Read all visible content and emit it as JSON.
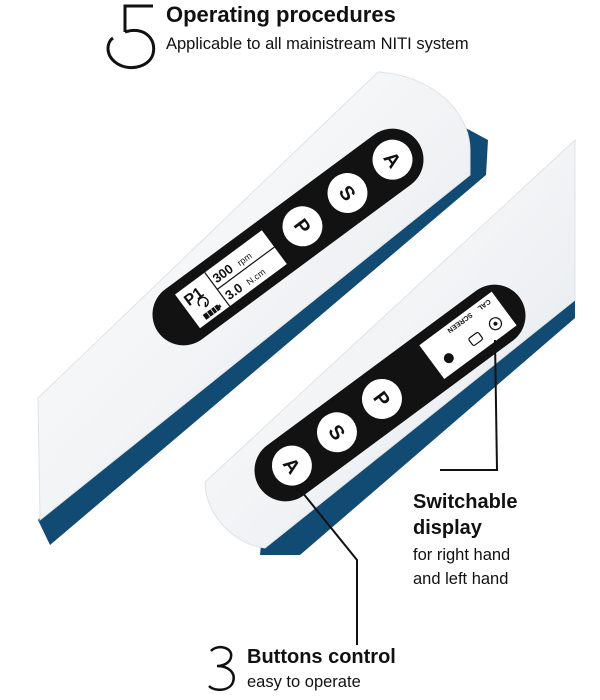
{
  "section_top": {
    "number": "5",
    "title": "Operating procedures",
    "subtitle": "Applicable to all mainistream NITI system"
  },
  "handpiece_left": {
    "program": "P1",
    "speed_value": "300",
    "speed_unit": "rpm",
    "torque_value": "3.0",
    "torque_unit": "N.cm",
    "buttons": [
      "P",
      "S",
      "A"
    ]
  },
  "handpiece_right": {
    "screen_lines": [
      "CAL",
      "SCREEN"
    ],
    "buttons": [
      "A",
      "S",
      "P"
    ]
  },
  "callout_display": {
    "title_line1": "Switchable",
    "title_line2": "display",
    "line1": "for right hand",
    "line2": "and left hand"
  },
  "section_bottom": {
    "number": "3",
    "title": "Buttons control",
    "subtitle": "easy to operate"
  },
  "colors": {
    "body_blue": "#114a73",
    "panel_black": "#121212",
    "shell_white": "#ffffff"
  }
}
